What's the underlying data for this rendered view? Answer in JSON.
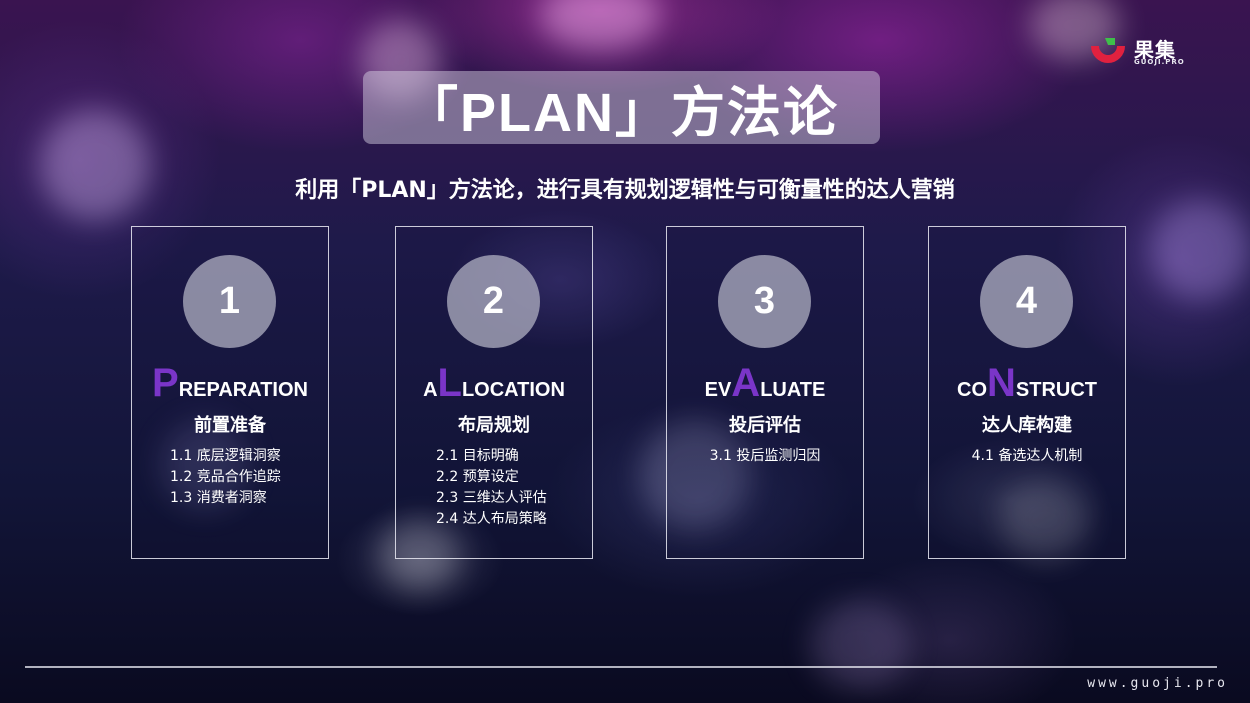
{
  "brand": {
    "name": "果集",
    "sub": "GUOJI.PRO",
    "accent_red": "#e0213f",
    "accent_green": "#3fbf4a"
  },
  "title": "「PLAN」方法论",
  "subtitle": "利用「PLAN」方法论，进行具有规划逻辑性与可衡量性的达人营销",
  "accent_color": "#7a35c8",
  "cards": [
    {
      "number": "1",
      "eng_pre": "",
      "eng_big": "P",
      "eng_post": "REPARATION",
      "cn_title": "前置准备",
      "items": [
        "1.1  底层逻辑洞察",
        "1.2  竞品合作追踪",
        "1.3  消费者洞察"
      ]
    },
    {
      "number": "2",
      "eng_pre": "A",
      "eng_big": "L",
      "eng_post": "LOCATION",
      "cn_title": "布局规划",
      "items": [
        "2.1  目标明确",
        "2.2  预算设定",
        "2.3  三维达人评估",
        "2.4  达人布局策略"
      ]
    },
    {
      "number": "3",
      "eng_pre": "EV",
      "eng_big": "A",
      "eng_post": "LUATE",
      "cn_title": "投后评估",
      "items": [
        "3.1 投后监测归因"
      ]
    },
    {
      "number": "4",
      "eng_pre": "CO",
      "eng_big": "N",
      "eng_post": "STRUCT",
      "cn_title": "达人库构建",
      "items": [
        "4.1 备选达人机制"
      ]
    }
  ],
  "footer_url": "www.guoji.pro"
}
